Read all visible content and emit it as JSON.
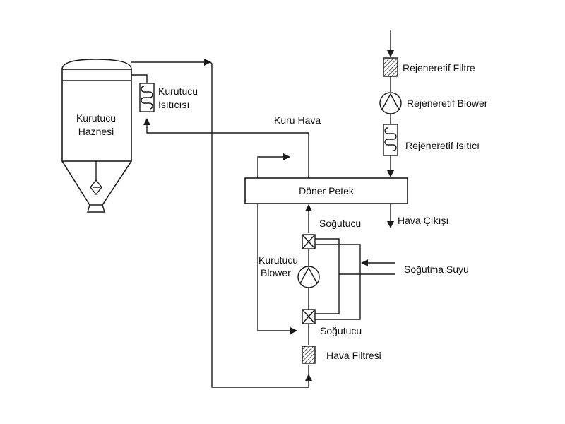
{
  "labels": {
    "dryer_hopper_line1": "Kurutucu",
    "dryer_hopper_line2": "Haznesi",
    "dryer_heater_line1": "Kurutucu",
    "dryer_heater_line2": "Isıtıcısı",
    "dry_air": "Kuru Hava",
    "rotor": "Döner Petek",
    "regen_filter": "Rejeneretif Filtre",
    "regen_blower": "Rejeneretif Blower",
    "regen_heater": "Rejeneretif Isıtıcı",
    "air_outlet": "Hava Çıkışı",
    "cooler_top": "Soğutucu",
    "dryer_blower_line1": "Kurutucu",
    "dryer_blower_line2": "Blower",
    "cooling_water": "Soğutma Suyu",
    "cooler_bottom": "Soğutucu",
    "air_filter": "Hava Filtresi"
  },
  "colors": {
    "line": "#1a1a1a",
    "background": "#ffffff",
    "hopper_fill": "#f2f2f2"
  }
}
